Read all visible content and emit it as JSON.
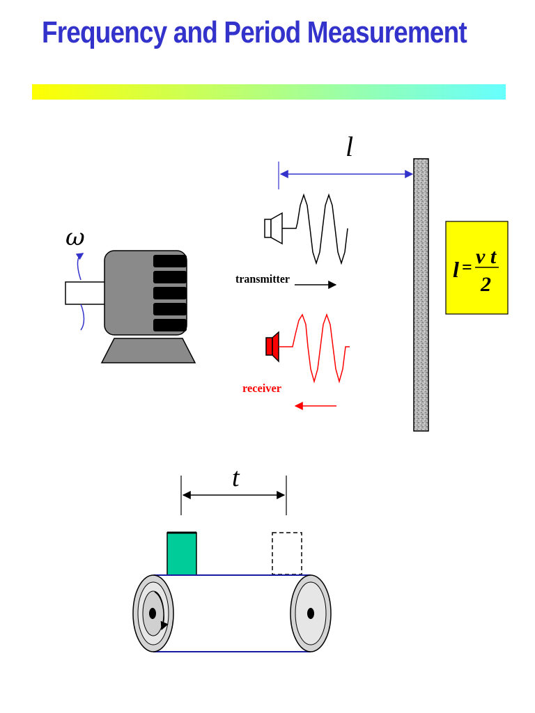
{
  "slide": {
    "title": "Frequency and Period Measurement",
    "title_color": "#3333cc",
    "bar_gradient": [
      "#ffff00",
      "#66ffff"
    ]
  },
  "motor_diagram": {
    "omega_symbol": "ω",
    "rotation_arrow_color": "#3333cc"
  },
  "echo_diagram": {
    "distance_label": "l",
    "transmitter_label": "transmitter",
    "receiver_label": "receiver",
    "transmitter_color": "#000000",
    "receiver_color": "#ff0000",
    "distance_arrow_color": "#3333cc"
  },
  "formula": {
    "lhs": "l",
    "equals": "=",
    "numerator": "v t",
    "denominator": "2",
    "box_color": "#ffff00"
  },
  "conveyor_diagram": {
    "time_label": "t",
    "box_color": "#00cc99",
    "belt_color": "#1a1aa0"
  }
}
